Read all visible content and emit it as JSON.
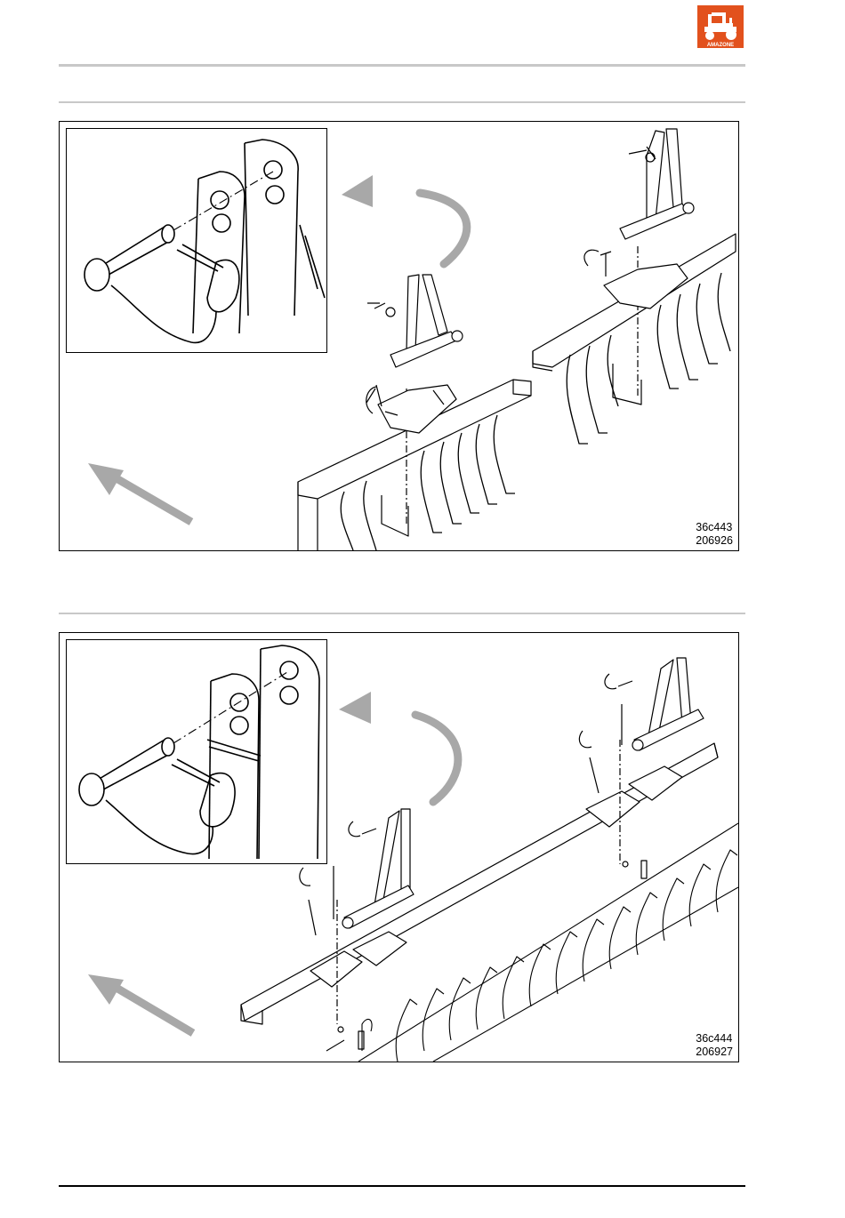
{
  "header": {
    "logo_icon": "amazone-tractor-logo-icon",
    "logo_text": "AMAZONE",
    "brand_color": "#e2511d"
  },
  "figures": [
    {
      "code_line1": "36c443",
      "code_line2": "206926",
      "inset_icon": "linch-pin-detail-icon",
      "arrow_icon": "direction-arrow-icon"
    },
    {
      "code_line1": "36c444",
      "code_line2": "206927",
      "inset_icon": "linch-pin-detail-icon",
      "arrow_icon": "direction-arrow-icon"
    }
  ]
}
